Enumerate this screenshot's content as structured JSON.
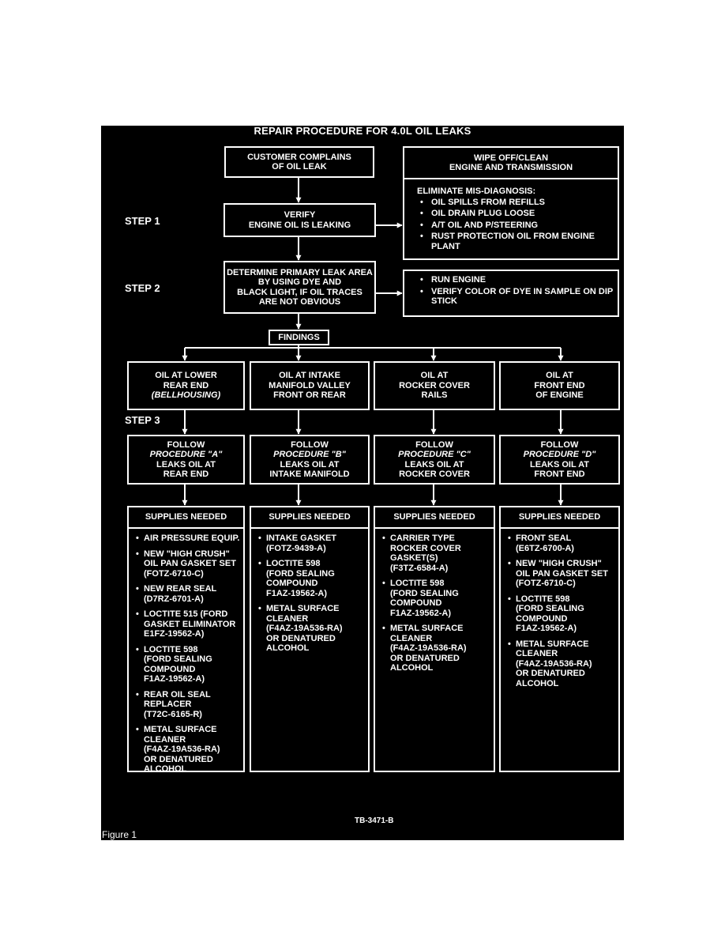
{
  "title": "REPAIR PROCEDURE FOR 4.0L OIL LEAKS",
  "steps": [
    "STEP 1",
    "STEP 2",
    "STEP 3"
  ],
  "customer_box": [
    "CUSTOMER COMPLAINS",
    "OF OIL LEAK"
  ],
  "wipe_box": [
    "WIPE OFF/CLEAN",
    "ENGINE AND TRANSMISSION"
  ],
  "misdiagnosis": {
    "heading": "ELIMINATE MIS-DIAGNOSIS:",
    "items": [
      "OIL SPILLS FROM REFILLS",
      "OIL DRAIN PLUG LOOSE",
      "A/T OIL AND P/STEERING",
      "RUST PROTECTION OIL FROM ENGINE PLANT"
    ]
  },
  "verify_box": [
    "VERIFY",
    "ENGINE OIL IS LEAKING"
  ],
  "determine_box": [
    "DETERMINE PRIMARY LEAK AREA",
    "BY USING DYE AND",
    "BLACK LIGHT, IF OIL TRACES",
    "ARE NOT OBVIOUS"
  ],
  "dye_box": [
    "RUN ENGINE",
    "VERIFY  COLOR OF DYE IN SAMPLE ON DIP STICK"
  ],
  "findings": "FINDINGS",
  "areas": [
    [
      "OIL AT LOWER",
      "REAR END",
      "(BELLHOUSING)"
    ],
    [
      "OIL AT INTAKE",
      "MANIFOLD VALLEY",
      "FRONT OR REAR"
    ],
    [
      "OIL AT",
      "ROCKER COVER",
      "RAILS"
    ],
    [
      "OIL AT",
      "FRONT END",
      "OF ENGINE"
    ]
  ],
  "procedures": [
    [
      "FOLLOW",
      "PROCEDURE \"A\"",
      "LEAKS OIL AT",
      "REAR END"
    ],
    [
      "FOLLOW",
      "PROCEDURE \"B\"",
      "LEAKS OIL AT",
      "INTAKE MANIFOLD"
    ],
    [
      "FOLLOW",
      "PROCEDURE \"C\"",
      "LEAKS OIL AT",
      "ROCKER COVER"
    ],
    [
      "FOLLOW",
      "PROCEDURE \"D\"",
      "LEAKS OIL AT",
      "FRONT END"
    ]
  ],
  "supplies_heading": "SUPPLIES NEEDED",
  "supplies": [
    [
      [
        "AIR PRESSURE EQUIP."
      ],
      [
        "NEW \"HIGH CRUSH\"",
        "OIL PAN GASKET SET",
        "(FOTZ-6710-C)"
      ],
      [
        "NEW REAR SEAL",
        "(D7RZ-6701-A)"
      ],
      [
        "LOCTITE 515 (FORD",
        "GASKET ELIMINATOR",
        "E1FZ-19562-A)"
      ],
      [
        "LOCTITE 598",
        "(FORD SEALING",
        "COMPOUND",
        "F1AZ-19562-A)"
      ],
      [
        "REAR OIL SEAL",
        "REPLACER",
        "(T72C-6165-R)"
      ],
      [
        "METAL SURFACE",
        "CLEANER",
        "(F4AZ-19A536-RA)",
        "OR DENATURED",
        "ALCOHOL"
      ]
    ],
    [
      [
        "INTAKE GASKET",
        "(FOTZ-9439-A)"
      ],
      [
        "LOCTITE 598",
        "(FORD SEALING",
        "COMPOUND",
        "F1AZ-19562-A)"
      ],
      [
        "METAL SURFACE",
        "CLEANER",
        "(F4AZ-19A536-RA)",
        "OR DENATURED",
        "ALCOHOL"
      ]
    ],
    [
      [
        "CARRIER TYPE",
        "ROCKER COVER",
        "GASKET(S)",
        "(F3TZ-6584-A)"
      ],
      [
        "LOCTITE 598",
        "(FORD SEALING",
        "COMPOUND",
        "F1AZ-19562-A)"
      ],
      [
        "METAL SURFACE",
        "CLEANER",
        "(F4AZ-19A536-RA)",
        "OR DENATURED",
        "ALCOHOL"
      ]
    ],
    [
      [
        "FRONT SEAL",
        "(E6TZ-6700-A)"
      ],
      [
        "NEW \"HIGH CRUSH\"",
        "OIL PAN GASKET SET",
        "(FOTZ-6710-C)"
      ],
      [
        "LOCTITE 598",
        "(FORD SEALING",
        "COMPOUND",
        "F1AZ-19562-A)"
      ],
      [
        "METAL SURFACE",
        "CLEANER",
        "(F4AZ-19A536-RA)",
        "OR DENATURED",
        "ALCOHOL"
      ]
    ]
  ],
  "reference": "TB-3471-B",
  "figure_label": "Figure  1"
}
